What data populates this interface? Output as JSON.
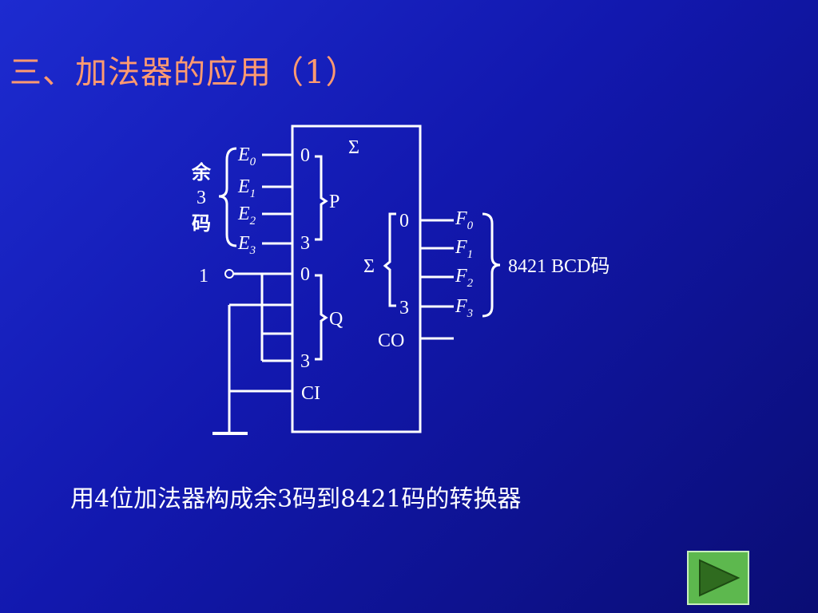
{
  "slide": {
    "title": "三、加法器的应用（1）",
    "caption": "用4位加法器构成余3码到8421码的转换器"
  },
  "diagram": {
    "block_symbol": "Σ",
    "left_group_label_chars": [
      "余",
      "3",
      "码"
    ],
    "inputs_e": [
      {
        "base": "E",
        "sub": "0"
      },
      {
        "base": "E",
        "sub": "1"
      },
      {
        "base": "E",
        "sub": "2"
      },
      {
        "base": "E",
        "sub": "3"
      }
    ],
    "input_one_label": "1",
    "p_pin_start": "0",
    "p_pin_end": "3",
    "p_label": "P",
    "q_pin_start": "0",
    "q_pin_end": "3",
    "q_label": "Q",
    "ci_label": "CI",
    "sum_symbol": "Σ",
    "sum_pin_start": "0",
    "sum_pin_end": "3",
    "co_label": "CO",
    "outputs_f": [
      {
        "base": "F",
        "sub": "0"
      },
      {
        "base": "F",
        "sub": "1"
      },
      {
        "base": "F",
        "sub": "2"
      },
      {
        "base": "F",
        "sub": "3"
      }
    ],
    "output_group_label": "8421 BCD码"
  },
  "nav": {
    "next_icon": "play-triangle-icon",
    "button_color": "#5db84e",
    "icon_color": "#2f6b1f"
  },
  "colors": {
    "title": "#ff9a70",
    "line": "#ffffff",
    "background": "#1218ae"
  }
}
